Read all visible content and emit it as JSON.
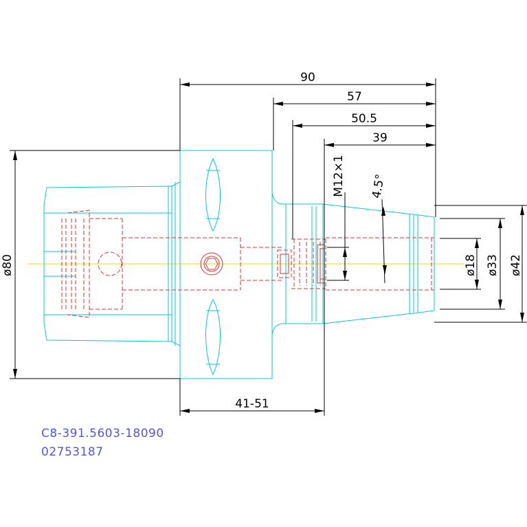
{
  "dimensions": {
    "d90": "90",
    "d57": "57",
    "d50_5": "50.5",
    "d39": "39",
    "thread": "M12×1",
    "angle": "4.5°",
    "dia80": "ø80",
    "dia18": "ø18",
    "dia33": "ø33",
    "dia42": "ø42",
    "range": "41-51"
  },
  "caption": {
    "part_number": "C8-391.5603-18090",
    "code": "02753187"
  },
  "colors": {
    "outline": "#00c8d8",
    "hidden": "#e03030",
    "center": "#e8e000",
    "dimension": "#000000",
    "caption": "#5555dd"
  }
}
